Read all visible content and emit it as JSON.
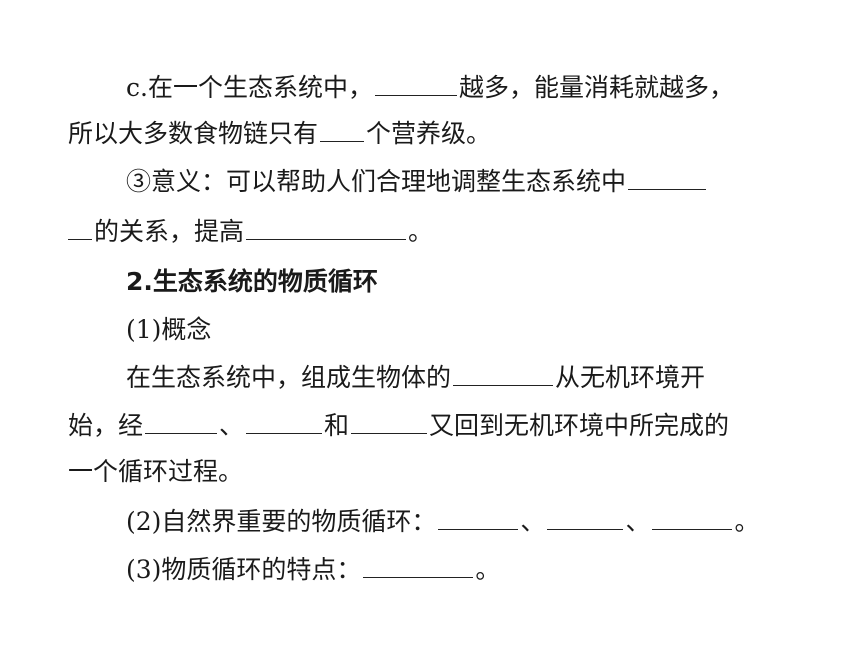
{
  "lines": {
    "l1": {
      "a": "c.在一个生态系统中，",
      "b": "越多，能量消耗就越多，"
    },
    "l2": {
      "a": "所以大多数食物链只有",
      "b": "个营养级。"
    },
    "l3": {
      "a": "③意义：可以帮助人们合理地调整生态系统中"
    },
    "l4": {
      "a": "的关系，提高",
      "b": "。"
    },
    "l5": {
      "a": "2.生态系统的物质循环"
    },
    "l6": {
      "a": "(1)概念"
    },
    "l7": {
      "a": "在生态系统中，组成生物体的",
      "b": "从无机环境开"
    },
    "l8": {
      "a": "始，经",
      "b": "、",
      "c": "和",
      "d": "又回到无机环境中所完成的"
    },
    "l9": {
      "a": "一个循环过程。"
    },
    "l10": {
      "a": "(2)自然界重要的物质循环：",
      "b": "、",
      "c": "、",
      "d": "。"
    },
    "l11": {
      "a": "(3)物质循环的特点：",
      "b": "。"
    }
  }
}
